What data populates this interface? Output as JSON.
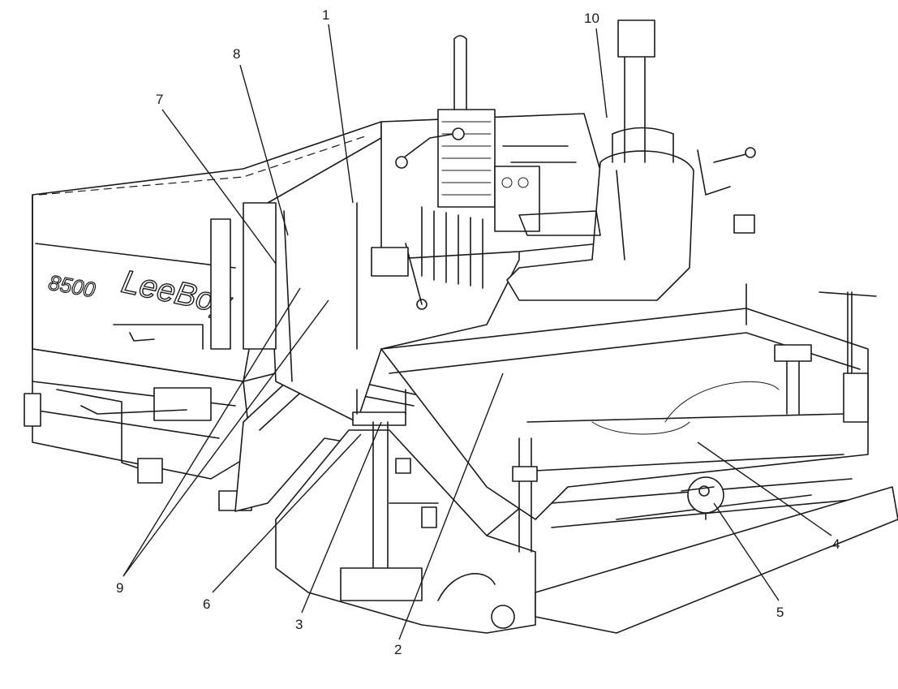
{
  "diagram": {
    "brand_text": "LeeBoy",
    "model_text": "8500",
    "callouts": [
      {
        "id": "1",
        "label": "1"
      },
      {
        "id": "2",
        "label": "2"
      },
      {
        "id": "3",
        "label": "3"
      },
      {
        "id": "4",
        "label": "4"
      },
      {
        "id": "5",
        "label": "5"
      },
      {
        "id": "6",
        "label": "6"
      },
      {
        "id": "7",
        "label": "7"
      },
      {
        "id": "8",
        "label": "8"
      },
      {
        "id": "9",
        "label": "9"
      },
      {
        "id": "10",
        "label": "10"
      }
    ]
  }
}
